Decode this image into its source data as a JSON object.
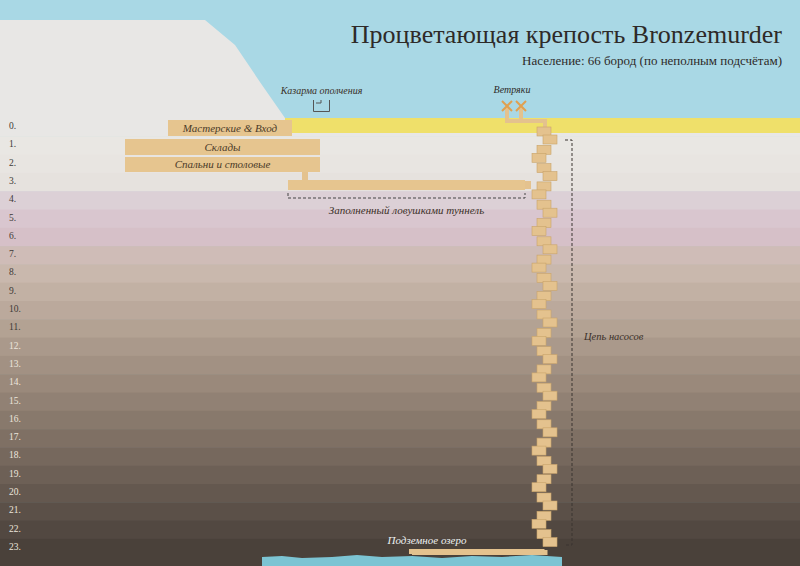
{
  "diagram": {
    "title": "Процветающая крепость Bronzemurder",
    "nodes": [
      {
        "text": [
          "Казарма ополчения"
        ]
      },
      {
        "text": [
          "Мастерские & Вход"
        ]
      },
      {
        "text": [
          "Склады"
        ]
      },
      {
        "text": [
          "Спальни и столовые"
        ]
      },
      {
        "text": [
          "Заполненный ловушками туннель"
        ]
      },
      {
        "text": [
          "Цепь насосов"
        ]
      },
      {
        "text": [
          "Подземное озеро"
        ]
      }
    ],
    "edges": [
      {
        "from": 3,
        "to": 4,
        "arrow": "none"
      },
      {
        "from": 4,
        "to": 5,
        "arrow": "none"
      },
      {
        "from": 5,
        "to": 6,
        "arrow": "none"
      }
    ],
    "labels": [
      "Население: 66 бород (по неполным подсчётам)",
      "Ветряки",
      "0.",
      "1.",
      "2.",
      "3.",
      "4.",
      "5.",
      "6.",
      "7.",
      "8.",
      "9.",
      "10.",
      "11.",
      "12.",
      "13.",
      "14.",
      "15.",
      "16.",
      "17.",
      "18.",
      "19.",
      "20.",
      "21.",
      "22.",
      "23."
    ]
  }
}
